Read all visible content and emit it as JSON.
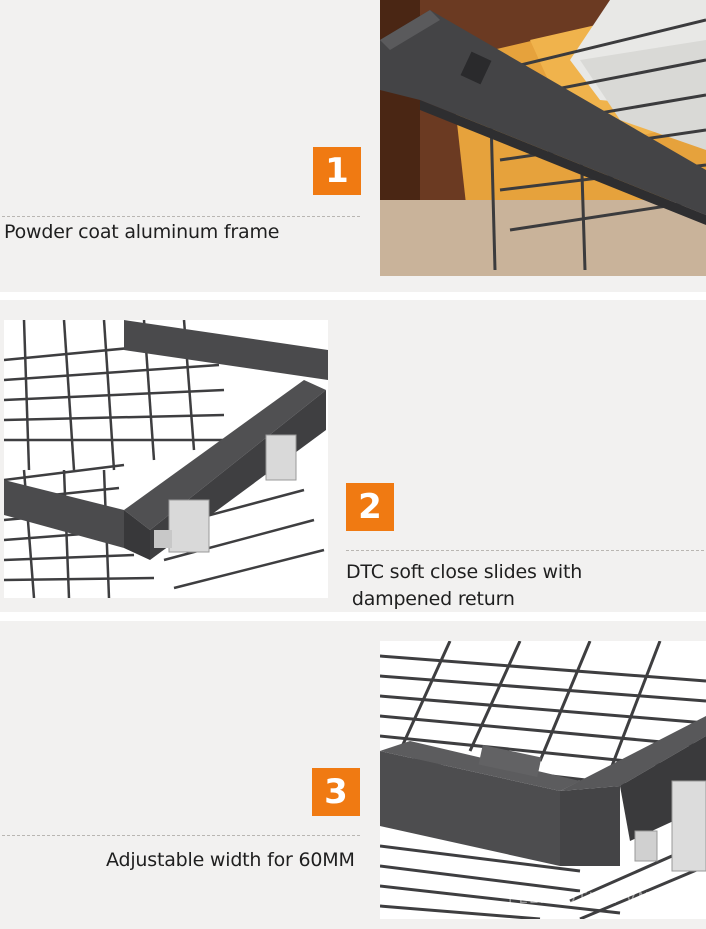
{
  "features": [
    {
      "number": "1",
      "caption_lines": [
        "Powder coat aluminum frame"
      ]
    },
    {
      "number": "2",
      "caption_lines": [
        "DTC soft close slides with",
        " dampened return"
      ]
    },
    {
      "number": "3",
      "caption_lines": [
        "Adjustable width for 60MM"
      ]
    }
  ],
  "watermark": "FLEXTOTIVE VN",
  "colors": {
    "badge": "#f07a12",
    "panel_bg": "#f2f1f0",
    "frame": "#4a4a4c"
  }
}
